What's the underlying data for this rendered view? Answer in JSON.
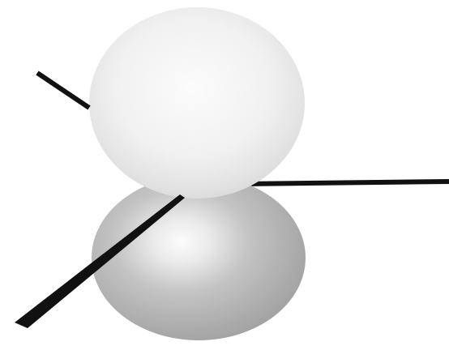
{
  "figure": {
    "type": "p-orbital-illustration",
    "components": [
      {
        "name": "upper-lobe",
        "shading": "light"
      },
      {
        "name": "lower-lobe",
        "shading": "dark"
      },
      {
        "name": "axis-lines",
        "count": 3
      }
    ]
  }
}
